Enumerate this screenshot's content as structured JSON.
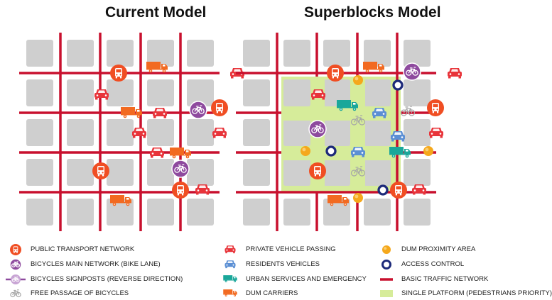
{
  "panels": [
    {
      "title": "Current Model"
    },
    {
      "title": "Superblocks Model"
    }
  ],
  "legend": [
    {
      "icon": "public-transport-icon",
      "label": "PUBLIC TRANSPORT NETWORK"
    },
    {
      "icon": "bicycle-main-network-icon",
      "label": "BICYCLES MAIN NETWORK (BIKE LANE)"
    },
    {
      "icon": "bicycle-signpost-icon",
      "label": "BICYCLES SIGNPOSTS (REVERSE DIRECTION)"
    },
    {
      "icon": "free-bicycle-icon",
      "label": "FREE PASSAGE OF BICYCLES"
    },
    {
      "icon": "private-vehicle-icon",
      "label": "PRIVATE VEHICLE PASSING"
    },
    {
      "icon": "resident-vehicle-icon",
      "label": "RESIDENTS VEHICLES"
    },
    {
      "icon": "urban-services-truck-icon",
      "label": "URBAN SERVICES AND EMERGENCY"
    },
    {
      "icon": "dum-carrier-truck-icon",
      "label": "DUM CARRIERS"
    },
    {
      "icon": "dum-proximity-icon",
      "label": "DUM PROXIMITY AREA"
    },
    {
      "icon": "access-control-icon",
      "label": "ACCESS CONTROL"
    },
    {
      "icon": "traffic-network-line-icon",
      "label": "BASIC TRAFFIC NETWORK"
    },
    {
      "icon": "single-platform-swatch-icon",
      "label": "SINGLE PLATFORM (PEDESTRIANS PRIORITY)"
    }
  ],
  "colors": {
    "road": "#c8102e",
    "block": "#cfcfcf",
    "platform": "#d6ec9a",
    "bus": "#f04e23",
    "car": "#e8343a",
    "resident": "#5b8fd4",
    "service": "#1aa79a",
    "dum": "#f26a21",
    "bike": "#8e4a9e",
    "proximity": "#f5a81c",
    "access": "#1d2a7a"
  }
}
